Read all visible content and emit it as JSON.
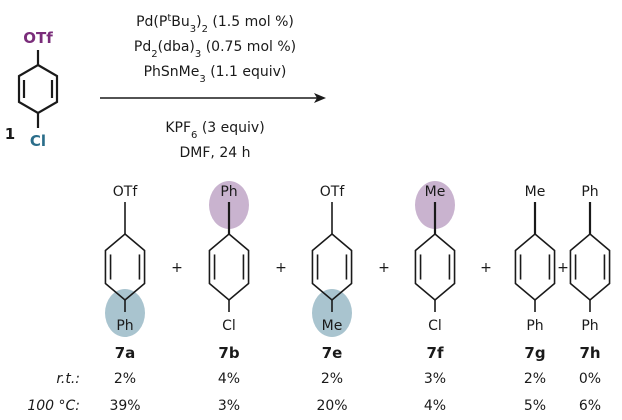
{
  "reaction": {
    "reactant": {
      "number": "1",
      "top_group": "OTf",
      "bottom_group": "Cl"
    },
    "conditions_above": [
      "Pd(P",
      "t",
      "Bu",
      "3",
      ")",
      "2",
      " (1.5 mol %)"
    ],
    "cond": {
      "l1a": "Pd(P",
      "l1b": "t",
      "l1c": "Bu",
      "l1d": "3",
      "l1e": ")",
      "l1f": "2",
      "l1g": " (1.5 mol %)",
      "l2a": "Pd",
      "l2b": "2",
      "l2c": "(dba)",
      "l2d": "3",
      "l2e": " (0.75 mol %)",
      "l3a": "PhSnMe",
      "l3b": "3",
      "l3c": " (1.1 equiv)",
      "l4a": "KPF",
      "l4b": "6",
      "l4c": " (3 equiv)",
      "l5": "DMF, 24 h"
    },
    "colors": {
      "otf_purple": "#7a2d7a",
      "cl_teal": "#2a6d8a",
      "highlight_purple": "#c9b3cf",
      "highlight_teal": "#a9c4cf"
    }
  },
  "products": [
    {
      "id": "7a",
      "top": "OTf",
      "bottom": "Ph",
      "highlight": "bottom",
      "color": "teal"
    },
    {
      "id": "7b",
      "top": "Ph",
      "bottom": "Cl",
      "highlight": "top",
      "color": "purple"
    },
    {
      "id": "7e",
      "top": "OTf",
      "bottom": "Me",
      "highlight": "bottom",
      "color": "teal"
    },
    {
      "id": "7f",
      "top": "Me",
      "bottom": "Cl",
      "highlight": "top",
      "color": "purple"
    },
    {
      "id": "7g",
      "top": "Me",
      "bottom": "Ph",
      "highlight": "none",
      "color": ""
    },
    {
      "id": "7h",
      "top": "Ph",
      "bottom": "Ph",
      "highlight": "none",
      "color": ""
    }
  ],
  "plus": "+",
  "table": {
    "row_labels": [
      "r.t.:",
      "100 °C:"
    ],
    "rt": [
      "2%",
      "4%",
      "2%",
      "3%",
      "2%",
      "0%"
    ],
    "high": [
      "39%",
      "3%",
      "20%",
      "4%",
      "5%",
      "6%"
    ]
  }
}
